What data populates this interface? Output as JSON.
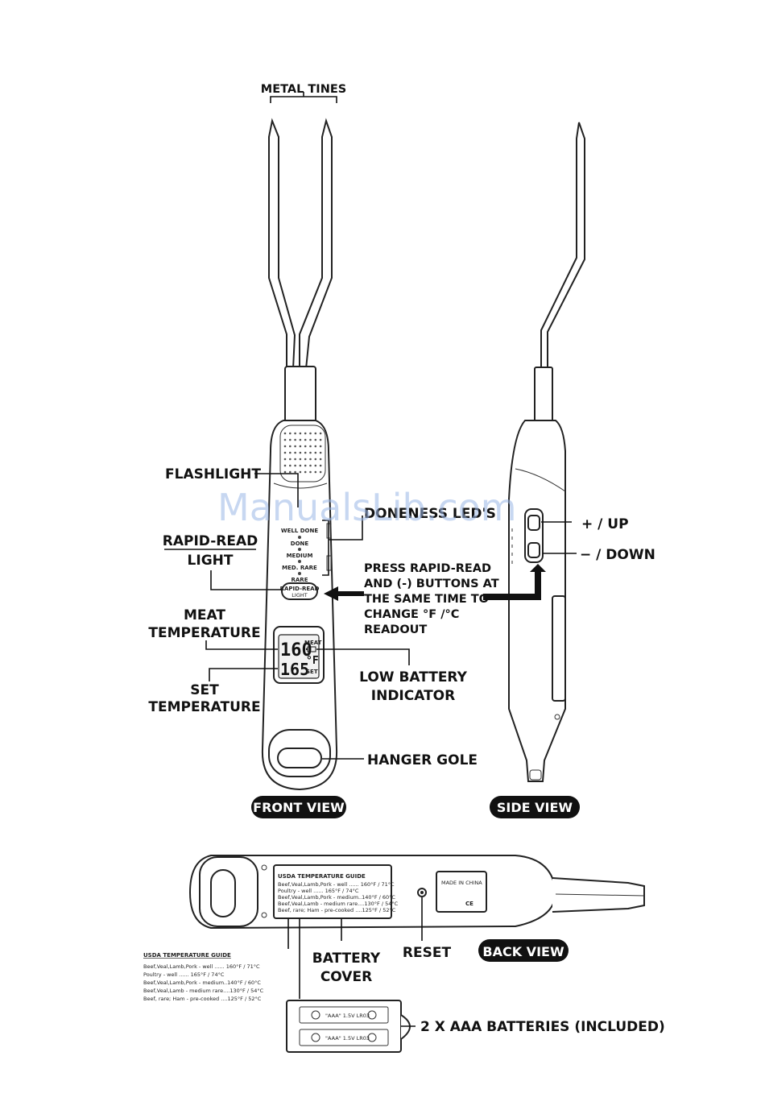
{
  "labels": {
    "metal_tines": "METAL TINES",
    "flashlight": "FLASHLIGHT",
    "doneness_leds": "DONENESS LED'S",
    "rapid_read_light_1": "RAPID-READ",
    "rapid_read_light_2": "LIGHT",
    "meat_temperature_1": "MEAT",
    "meat_temperature_2": "TEMPERATURE",
    "set_temperature_1": "SET",
    "set_temperature_2": "TEMPERATURE",
    "low_battery_1": "LOW BATTERY",
    "low_battery_2": "INDICATOR",
    "hanger_hole": "HANGER GOLE",
    "plus_up": "+ / UP",
    "minus_down": "− / DOWN",
    "press_1": "PRESS RAPID-READ",
    "press_2": "AND (-) BUTTONS AT",
    "press_3": "THE SAME TIME TO",
    "press_4": "CHANGE °F /°C",
    "press_5": "READOUT",
    "battery_cover_1": "BATTERY",
    "battery_cover_2": "COVER",
    "reset": "RESET",
    "batteries": "2 X AAA BATTERIES (INCLUDED)"
  },
  "views": {
    "front": "FRONT VIEW",
    "side": "SIDE VIEW",
    "back": "BACK VIEW"
  },
  "device": {
    "doneness_levels": [
      "WELL DONE",
      "DONE",
      "MEDIUM",
      "MED. RARE",
      "RARE"
    ],
    "rapid_read_button_1": "RAPID-READ",
    "rapid_read_button_2": "LIGHT",
    "meat_temp": "160",
    "set_temp": "165",
    "unit": "°F",
    "meat_tag": "MEAT",
    "set_tag": "SET",
    "battery_1": "\"AAA\" 1.5V LR03",
    "battery_2": "\"AAA\" 1.5V LR03",
    "made_in": "MADE IN CHINA",
    "ce_mark": "CE"
  },
  "usda_guide": {
    "title": "USDA TEMPERATURE GUIDE",
    "rows": [
      "Beef,Veal,Lamb,Pork - well ...... 160°F / 71°C",
      "Poultry                    - well ...... 165°F / 74°C",
      "Beef,Veal,Lamb,Pork - medium..140°F / 60°C",
      "Beef,Veal,Lamb - medium rare....130°F / 54°C",
      "Beef, rare; Ham - pre-cooked ....125°F / 52°C"
    ]
  },
  "watermark": "ManualsLib.com"
}
